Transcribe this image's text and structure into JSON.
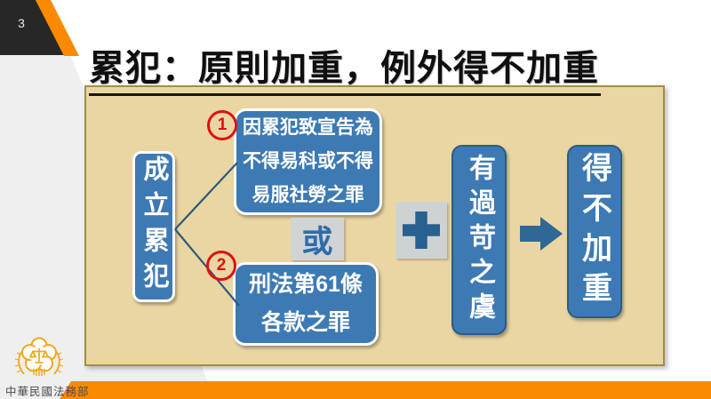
{
  "slide": {
    "page_number": "3",
    "title": "累犯：原則加重，例外得不加重",
    "footer": {
      "organization": "中華民國法務部"
    }
  },
  "diagram": {
    "start": {
      "label": "成立累犯"
    },
    "branch_1": {
      "badge": "1",
      "lines": [
        "因累犯致宣告為",
        "不得易科或不得",
        "易服社勞之罪"
      ]
    },
    "or_label": "或",
    "branch_2": {
      "badge": "2",
      "lines": [
        "刑法第61條",
        "各款之罪"
      ]
    },
    "condition": {
      "label": "有過苛之虞"
    },
    "result": {
      "label": "得不加重"
    }
  },
  "icons": {
    "plus": "plus-icon",
    "arrow": "arrow-right-icon",
    "emblem": "ministry-of-justice-emblem"
  },
  "colors": {
    "accent_orange": "#fb8a00",
    "flag_dark": "#272727",
    "panel_tan": "#e9d6a2",
    "panel_border": "#a18f46",
    "box_blue": "#3d7ab3",
    "navy_border": "#2b5c88",
    "badge_red": "#e01010",
    "or_gray": "#d1d3d4",
    "connector": "#30587c",
    "emblem_gold": "#f2a716"
  }
}
